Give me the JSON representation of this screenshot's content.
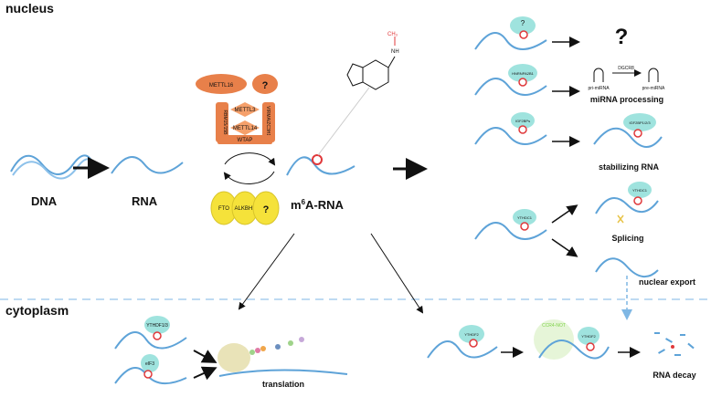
{
  "regions": {
    "nucleus": "nucleus",
    "cytoplasm": "cytoplasm"
  },
  "stages": {
    "dna": "DNA",
    "rna": "RNA",
    "m6a_prefix": "m",
    "m6a_sup": "6",
    "m6a_suffix": "A-RNA"
  },
  "writers": {
    "mettl16_top": "METTL16",
    "unknown": "?",
    "mettl3": "METTL3",
    "mettl14": "METTL14",
    "wtap": "WTAP",
    "left_vertical": "RBM15/15B",
    "right_vertical": "VIRMA/ZC3H13"
  },
  "erasers": {
    "fto": "FTO",
    "alkbh5": "ALKBH5",
    "unknown": "?"
  },
  "chem": {
    "methyl": "CH₃",
    "nh": "NH"
  },
  "nuclear_outcomes": {
    "unknown_reader": "?",
    "unknown_result": "?",
    "hnrnpa2b1": "HNRNPA2B1",
    "pri_mirna": "pri-miRNA",
    "dgcr8": "DGCR8",
    "pre_mirna": "pre-miRNA",
    "mirna_processing": "miRNA processing",
    "igf2bps_left": "IGF2BPs",
    "igf2bps_right": "IGF2BP1/2/3",
    "stabilizing": "stabilizing RNA",
    "ythdc1_left": "YTHDC1",
    "ythdc1_right": "YTHDC1",
    "splicing": "Splicing",
    "nuclear_export": "nuclear export"
  },
  "cytoplasm_outcomes": {
    "ythdf": "YTHDF1/3",
    "eif3": "eIF3",
    "translation": "translation",
    "ythdf2_left": "YTHDF2",
    "ccr4": "CCR4-NOT",
    "ythdf2_right": "YTHDF2",
    "rna_decay": "RNA decay"
  },
  "colors": {
    "rna": "#5ea3d8",
    "writer": "#e8804a",
    "eraser": "#f5e23a",
    "reader": "#9fe3de",
    "methyl_mark": "#e0393b"
  }
}
